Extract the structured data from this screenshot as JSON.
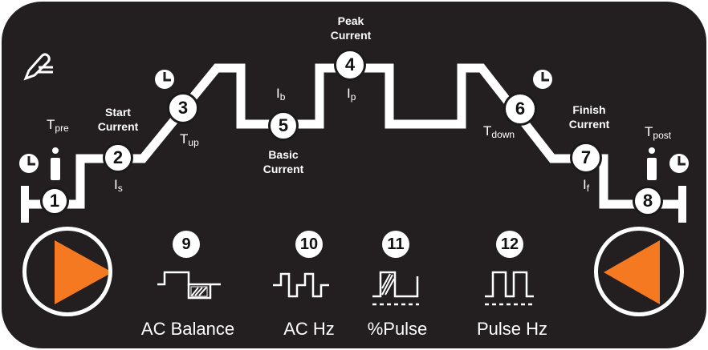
{
  "panel": {
    "background_color": "#231f20",
    "accent_color": "#f47920",
    "edit_icon": "pen-icon",
    "clock_icon": "clock-icon",
    "valve_icon": "torch-valve-icon"
  },
  "nodes": [
    {
      "number": "1"
    },
    {
      "number": "2"
    },
    {
      "number": "3"
    },
    {
      "number": "4"
    },
    {
      "number": "5"
    },
    {
      "number": "6"
    },
    {
      "number": "7"
    },
    {
      "number": "8"
    }
  ],
  "labels": {
    "start_current": [
      "Start",
      "Current"
    ],
    "peak_current": [
      "Peak",
      "Current"
    ],
    "basic_current": [
      "Basic",
      "Current"
    ],
    "finish_current": [
      "Finish",
      "Current"
    ],
    "t_pre": {
      "base": "T",
      "sub": "pre"
    },
    "t_up": {
      "base": "T",
      "sub": "up"
    },
    "t_down": {
      "base": "T",
      "sub": "down"
    },
    "t_post": {
      "base": "T",
      "sub": "post"
    },
    "i_s": {
      "base": "I",
      "sub": "s"
    },
    "i_b": {
      "base": "I",
      "sub": "b"
    },
    "i_p": {
      "base": "I",
      "sub": "p"
    },
    "i_f": {
      "base": "I",
      "sub": "f"
    }
  },
  "parameters": [
    {
      "number": "9",
      "label": "AC Balance",
      "icon": "ac-balance-icon"
    },
    {
      "number": "10",
      "label": "AC Hz",
      "icon": "ac-frequency-icon"
    },
    {
      "number": "11",
      "label": "%Pulse",
      "icon": "pulse-width-icon"
    },
    {
      "number": "12",
      "label": "Pulse Hz",
      "icon": "pulse-frequency-icon"
    }
  ],
  "buttons": {
    "next": "play-right-icon",
    "previous": "play-left-icon"
  }
}
